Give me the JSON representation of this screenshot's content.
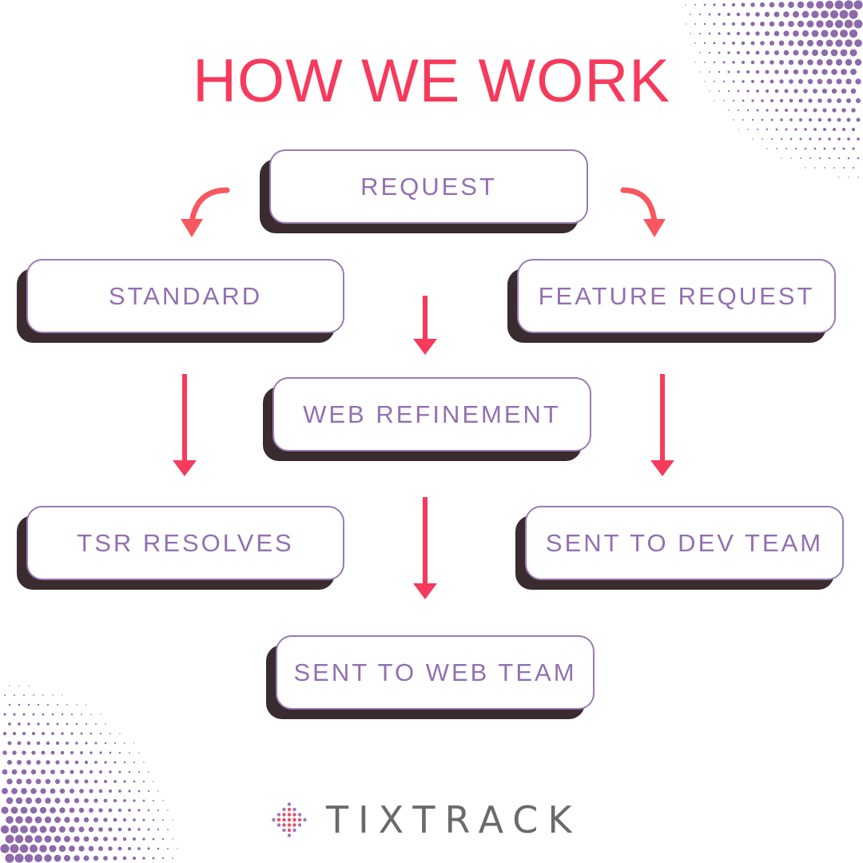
{
  "title": "HOW WE WORK",
  "nodes": {
    "request": "REQUEST",
    "standard": "STANDARD",
    "feature_request": "FEATURE REQUEST",
    "web_refinement": "WEB REFINEMENT",
    "tsr_resolves": "TSR RESOLVES",
    "sent_to_dev_team": "SENT TO DEV TEAM",
    "sent_to_web_team": "SENT TO WEB TEAM"
  },
  "edges": [
    {
      "from": "request",
      "to": "standard"
    },
    {
      "from": "request",
      "to": "feature_request"
    },
    {
      "from": "request",
      "to": "web_refinement"
    },
    {
      "from": "standard",
      "to": "tsr_resolves"
    },
    {
      "from": "feature_request",
      "to": "sent_to_dev_team"
    },
    {
      "from": "web_refinement",
      "to": "sent_to_web_team"
    }
  ],
  "logo": {
    "text": "TIXTRACK",
    "icon": "tixtrack-dot-diamond-icon"
  },
  "colors": {
    "title": "#f63a5c",
    "arrow": "#f63a5c",
    "curved_arrow": "#f7575e",
    "node_text": "#9370b0",
    "node_border": "#9a7bb5",
    "node_shadow": "#3a2b2e",
    "halftone": "#8e6aab",
    "logo_text": "#6a6a6a"
  }
}
